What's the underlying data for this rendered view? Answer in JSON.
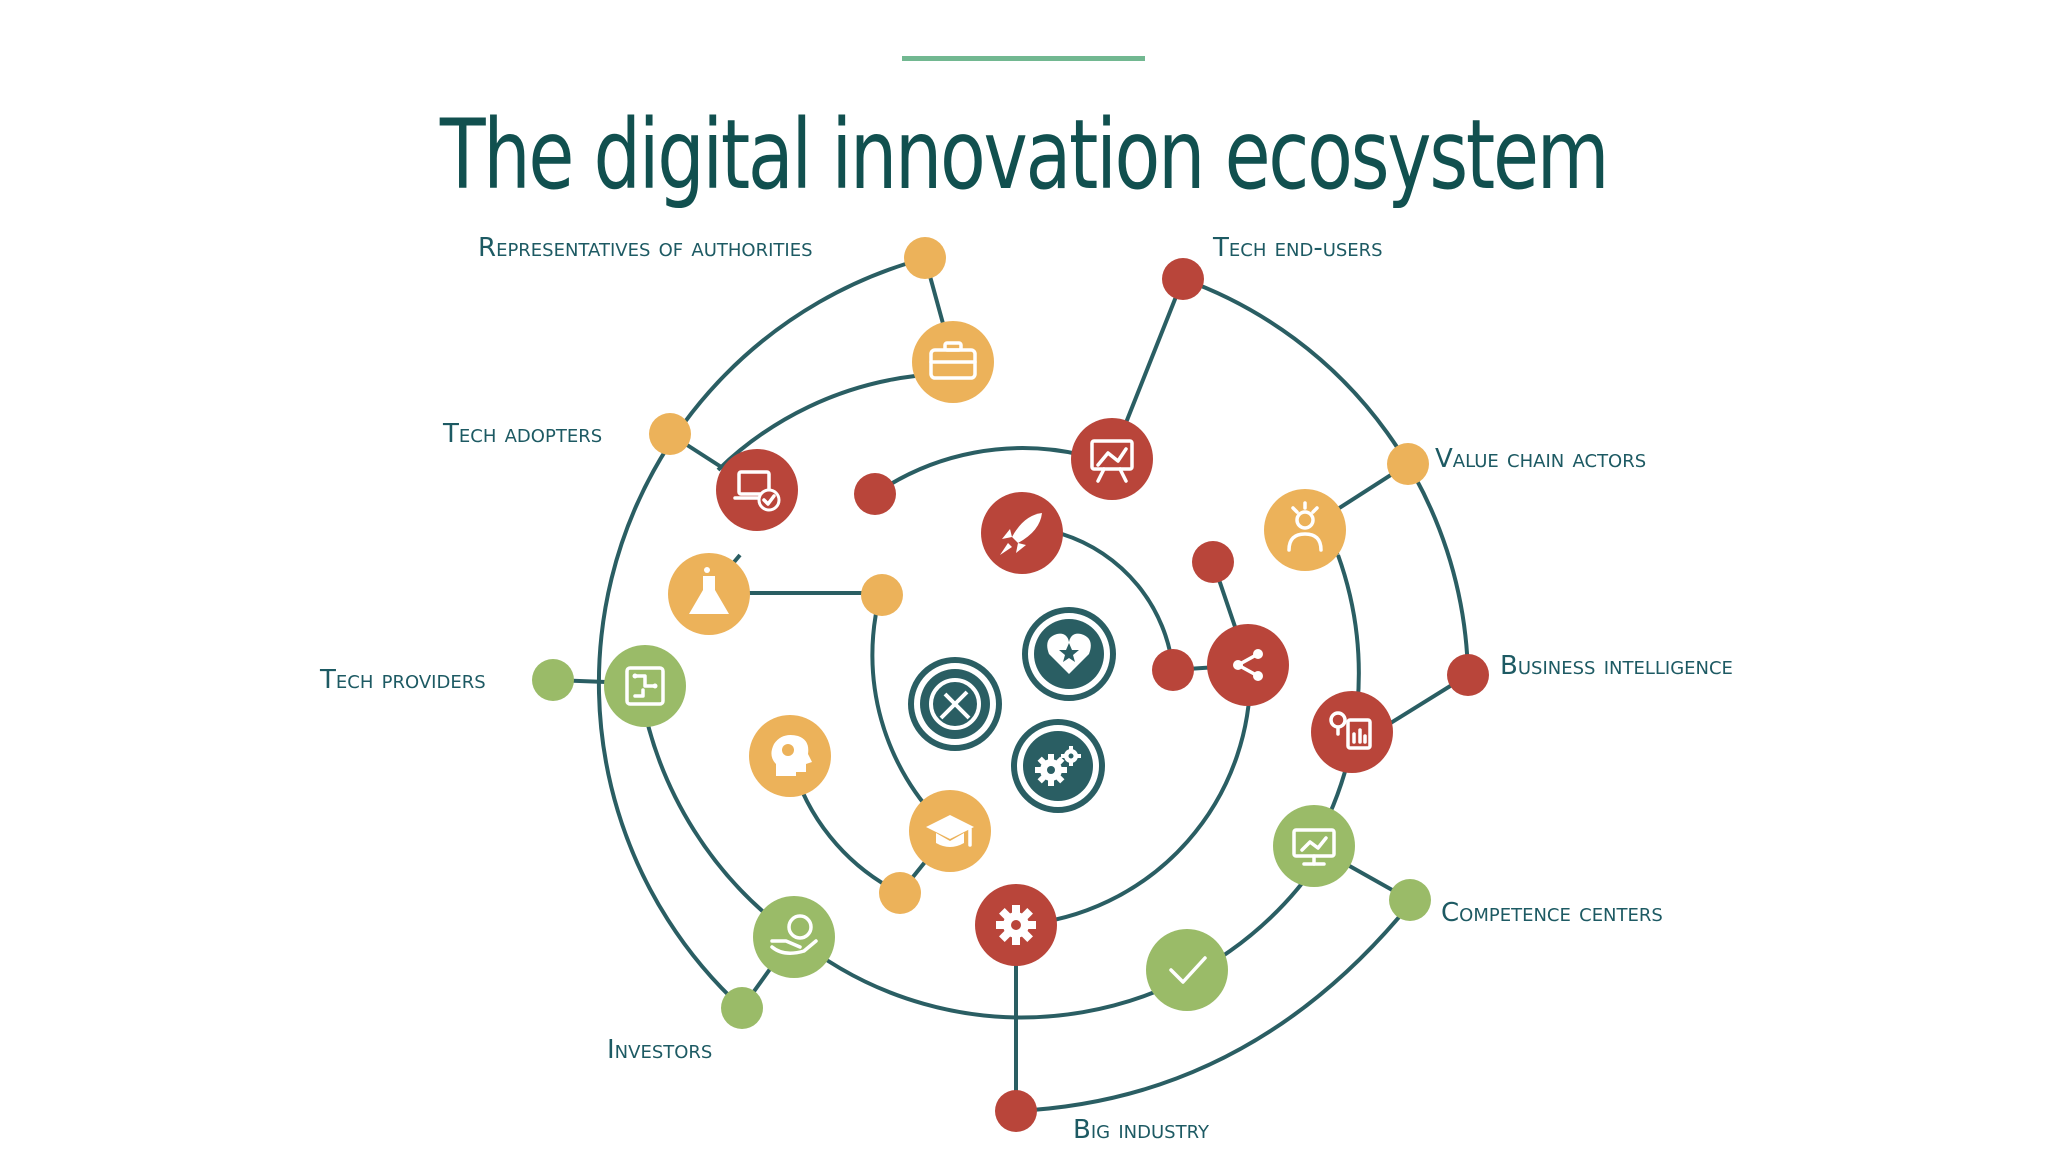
{
  "title": "The digital innovation ecosystem",
  "colors": {
    "title": "#11504f",
    "accent_bar": "#72b891",
    "line": "#2a5e63",
    "orange": "#ecb25a",
    "red": "#b9453a",
    "green": "#9abb68",
    "core": "#2a5e63"
  },
  "stakeholders": [
    {
      "label": "Representatives of authorities"
    },
    {
      "label": "Tech end-users"
    },
    {
      "label": "Tech adopters"
    },
    {
      "label": "Value chain actors"
    },
    {
      "label": "Business intelligence"
    },
    {
      "label": "Tech providers"
    },
    {
      "label": "Competence centers"
    },
    {
      "label": "Investors"
    },
    {
      "label": "Big industry"
    }
  ],
  "icons": [
    "briefcase-icon",
    "presentation-icon",
    "laptop-check-icon",
    "rocket-icon",
    "lightbulb-person-icon",
    "flask-icon",
    "share-icon",
    "circuit-board-icon",
    "lightbulb-report-icon",
    "head-idea-icon",
    "graduation-cap-icon",
    "monitor-chart-icon",
    "money-hand-icon",
    "gear-icon",
    "checkmark-icon",
    "heart-star-icon",
    "fork-knife-icon",
    "gears-icon"
  ]
}
